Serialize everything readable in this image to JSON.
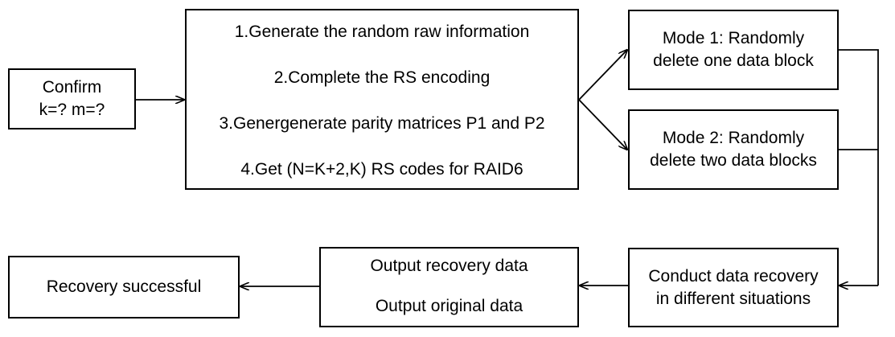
{
  "nodes": {
    "confirm": [
      "Confirm",
      "k=? m=?"
    ],
    "steps": [
      "1.Generate the random raw information",
      "2.Complete the RS encoding",
      "3.Genergenerate parity matrices P1 and P2",
      "4.Get (N=K+2,K) RS codes for RAID6"
    ],
    "mode1": [
      "Mode 1: Randomly",
      "delete one data block"
    ],
    "mode2": [
      "Mode 2: Randomly",
      "delete two data blocks"
    ],
    "recovery": [
      "Conduct data recovery",
      "in different situations"
    ],
    "output": [
      "Output recovery data",
      "Output original data"
    ],
    "success": "Recovery successful"
  },
  "edges": [
    {
      "from": "confirm",
      "to": "steps"
    },
    {
      "from": "steps",
      "to": "mode1"
    },
    {
      "from": "steps",
      "to": "mode2"
    },
    {
      "from": "mode1",
      "to": "recovery"
    },
    {
      "from": "mode2",
      "to": "recovery"
    },
    {
      "from": "recovery",
      "to": "output"
    },
    {
      "from": "output",
      "to": "success"
    }
  ]
}
